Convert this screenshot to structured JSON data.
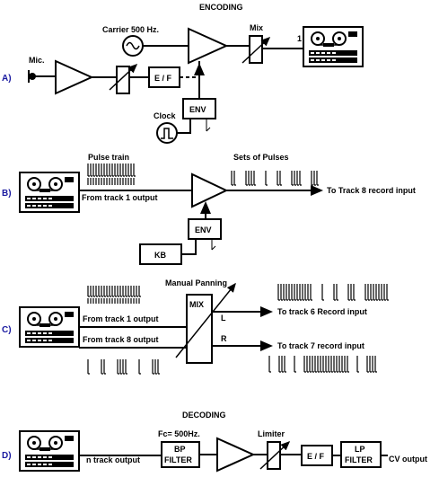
{
  "title": "ENCODING",
  "sections": {
    "a": {
      "letter": "A)",
      "mic": "Mic.",
      "carrier": "Carrier  500 Hz.",
      "mix": "Mix",
      "track_num": "1",
      "ef": "E / F",
      "env": "ENV",
      "clock": "Clock"
    },
    "b": {
      "letter": "B)",
      "pulse_train": "Pulse train",
      "sets_of_pulses": "Sets of Pulses",
      "from_track": "From track 1 output",
      "to_track": "To Track 8 record  input",
      "env": "ENV",
      "kb": "KB"
    },
    "c": {
      "letter": "C)",
      "manual_panning": "Manual Panning",
      "mix": "MIX",
      "l": "L",
      "r": "R",
      "from_track1": "From track 1 output",
      "from_track8": "From track 8 output",
      "to_track6": "To track 6 Record input",
      "to_track7": "To track 7 record input"
    },
    "decoding_title": "DECODING",
    "d": {
      "letter": "D)",
      "fc": "Fc= 500Hz.",
      "bp_line1": "BP",
      "bp_line2": "FILTER",
      "limiter": "Limiter",
      "n_track": "n track output",
      "ef": "E / F",
      "lp_line1": "LP",
      "lp_line2": "FILTER",
      "cv_output": "CV output"
    }
  }
}
